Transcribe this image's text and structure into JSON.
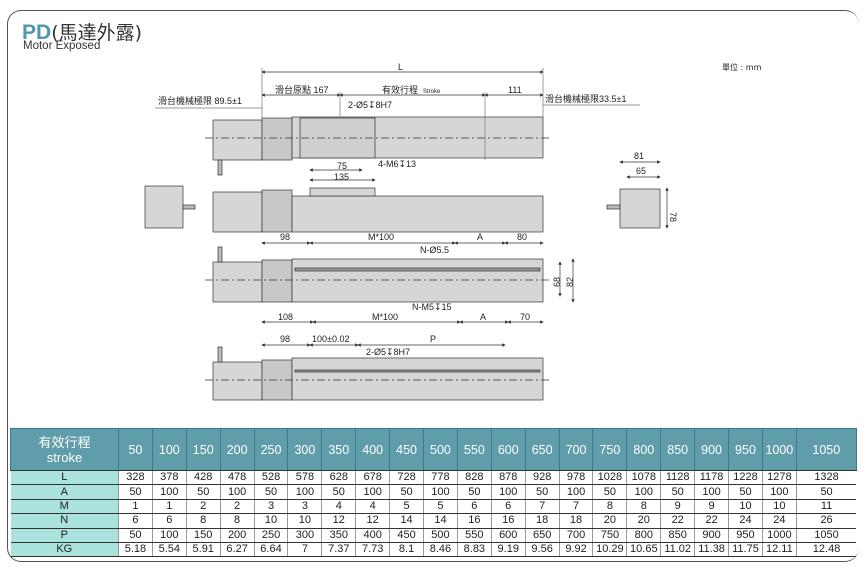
{
  "header": {
    "code": "PD",
    "name_cn": "(馬達外露)",
    "name_en": "Motor Exposed",
    "unit": "單位 : mm"
  },
  "drawing": {
    "L": "L",
    "origin": "滑台原點 167",
    "stroke": "有效行程",
    "stroke_en": "Stroke",
    "d111": "111",
    "limit_left": "滑台機械極限 89.5±1",
    "limit_right": "滑台機械極限33.5±1",
    "pin_top": "2-Ø5↧8H7",
    "tap": "4-M6↧13",
    "d75": "75",
    "d135": "135",
    "d81": "81",
    "d65": "65",
    "d78": "78",
    "d98": "98",
    "m100": "M*100",
    "A": "A",
    "d80": "80",
    "n_hole": "N-Ø5.5",
    "n_tap": "N-M5↧15",
    "d68": "68",
    "d82": "82",
    "d108": "108",
    "d70": "70",
    "d100": "100±0.02",
    "P": "P",
    "pin_bottom": "2-Ø5↧8H7"
  },
  "table": {
    "header_cn": "有效行程",
    "header_en": "stroke",
    "strokes": [
      "50",
      "100",
      "150",
      "200",
      "250",
      "300",
      "350",
      "400",
      "450",
      "500",
      "550",
      "600",
      "650",
      "700",
      "750",
      "800",
      "850",
      "900",
      "950",
      "1000",
      "1050"
    ],
    "rows": [
      {
        "label": "L",
        "values": [
          "328",
          "378",
          "428",
          "478",
          "528",
          "578",
          "628",
          "678",
          "728",
          "778",
          "828",
          "878",
          "928",
          "978",
          "1028",
          "1078",
          "1128",
          "1178",
          "1228",
          "1278",
          "1328"
        ]
      },
      {
        "label": "A",
        "values": [
          "50",
          "100",
          "50",
          "100",
          "50",
          "100",
          "50",
          "100",
          "50",
          "100",
          "50",
          "100",
          "50",
          "100",
          "50",
          "100",
          "50",
          "100",
          "50",
          "100",
          "50"
        ]
      },
      {
        "label": "M",
        "values": [
          "1",
          "1",
          "2",
          "2",
          "3",
          "3",
          "4",
          "4",
          "5",
          "5",
          "6",
          "6",
          "7",
          "7",
          "8",
          "8",
          "9",
          "9",
          "10",
          "10",
          "11"
        ]
      },
      {
        "label": "N",
        "values": [
          "6",
          "6",
          "8",
          "8",
          "10",
          "10",
          "12",
          "12",
          "14",
          "14",
          "16",
          "16",
          "18",
          "18",
          "20",
          "20",
          "22",
          "22",
          "24",
          "24",
          "26"
        ]
      },
      {
        "label": "P",
        "values": [
          "50",
          "100",
          "150",
          "200",
          "250",
          "300",
          "350",
          "400",
          "450",
          "500",
          "550",
          "600",
          "650",
          "700",
          "750",
          "800",
          "850",
          "900",
          "950",
          "1000",
          "1050"
        ]
      },
      {
        "label": "KG",
        "values": [
          "5.18",
          "5.54",
          "5.91",
          "6.27",
          "6.64",
          "7",
          "7.37",
          "7.73",
          "8.1",
          "8.46",
          "8.83",
          "9.19",
          "9.56",
          "9.92",
          "10.29",
          "10.65",
          "11.02",
          "11.38",
          "11.75",
          "12.11",
          "12.48"
        ]
      }
    ]
  }
}
